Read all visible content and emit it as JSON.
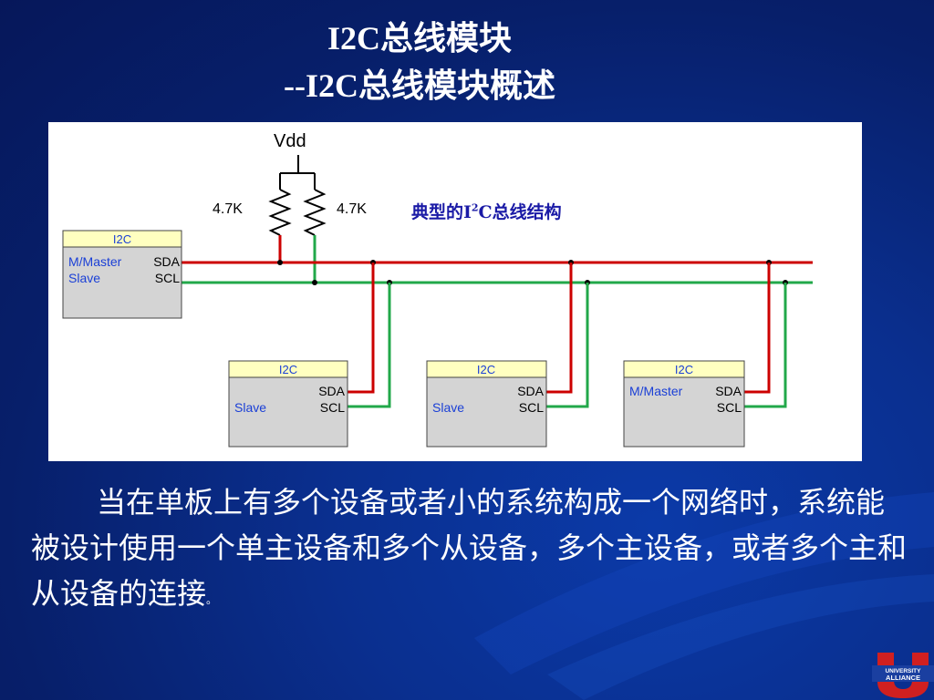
{
  "slide": {
    "title_line1": "I2C总线模块",
    "title_line2": "--I2C总线模块概述"
  },
  "diagram": {
    "vdd_label": "Vdd",
    "resistor_left_label": "4.7K",
    "resistor_right_label": "4.7K",
    "caption_prefix": "典型的I",
    "caption_sup": "2",
    "caption_suffix": "C总线结构",
    "colors": {
      "sda_line": "#cc0000",
      "scl_line": "#22a84a",
      "module_header": "#ffffc0",
      "module_body": "#d4d4d4",
      "role_text": "#1a3fd6"
    },
    "modules": [
      {
        "header": "I2C",
        "role1": "M/Master",
        "role2": "Slave",
        "pin1": "SDA",
        "pin2": "SCL"
      },
      {
        "header": "I2C",
        "role1": "",
        "role2": "Slave",
        "pin1": "SDA",
        "pin2": "SCL"
      },
      {
        "header": "I2C",
        "role1": "",
        "role2": "Slave",
        "pin1": "SDA",
        "pin2": "SCL"
      },
      {
        "header": "I2C",
        "role1": "M/Master",
        "role2": "",
        "pin1": "SDA",
        "pin2": "SCL"
      }
    ]
  },
  "description": {
    "text": "当在单板上有多个设备或者小的系统构成一个网络时，系统能被设计使用一个单主设备和多个从设备，多个主设备，或者多个主和从设备的连接",
    "tail": "。"
  },
  "logo": {
    "line1": "UNIVERSITY",
    "line2": "ALLIANCE",
    "colors": {
      "red": "#d02020",
      "blue": "#1a3fa0"
    }
  }
}
